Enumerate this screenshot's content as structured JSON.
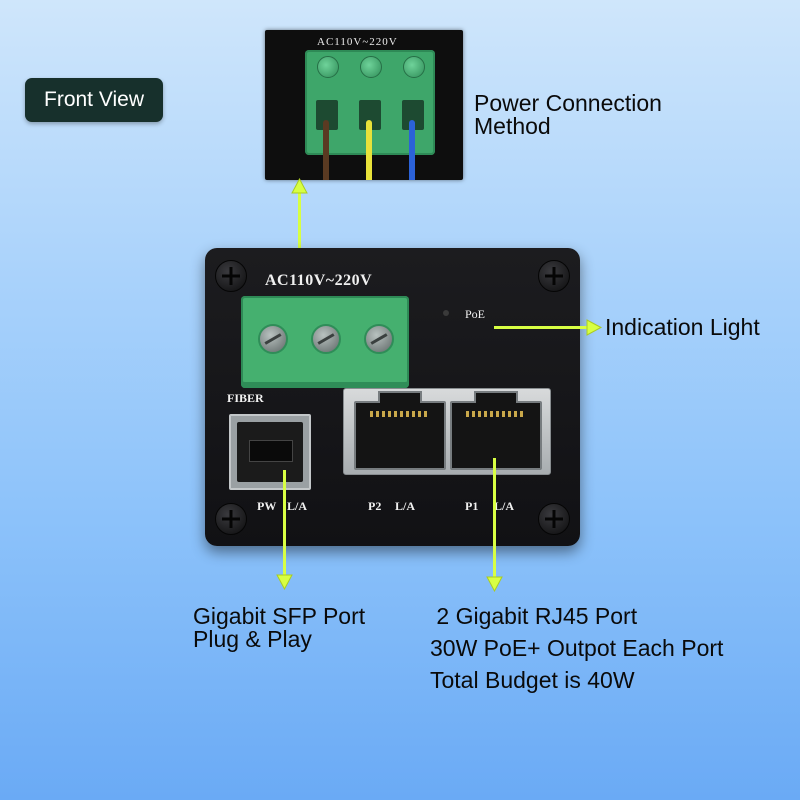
{
  "badge": {
    "text": "Front  View"
  },
  "callouts": {
    "power": {
      "line1": "Power Connection",
      "line2": "Method"
    },
    "indication": {
      "text": "Indication Light"
    },
    "sfp": {
      "line1": "Gigabit SFP Port",
      "line2": "Plug & Play"
    },
    "rj45": {
      "line1": " 2 Gigabit RJ45 Port",
      "line2": "30W PoE+ Outpot Each Port",
      "line3": "Total Budget is 40W"
    }
  },
  "inset_photo": {
    "voltage_label": "AC110V~220V"
  },
  "device": {
    "voltage_label": "AC110V~220V",
    "poe_label": "PoE",
    "fiber_label": "FIBER",
    "port_labels": {
      "pw": "PW",
      "la1": "L/A",
      "p2": "P2",
      "la2": "L/A",
      "p1": "P1",
      "la3": "L/A"
    }
  },
  "colors": {
    "arrow": "#d8ff43",
    "terminal_green": "#45b06f",
    "badge_bg": "#17302c",
    "device_body": "#1c1c1f"
  }
}
